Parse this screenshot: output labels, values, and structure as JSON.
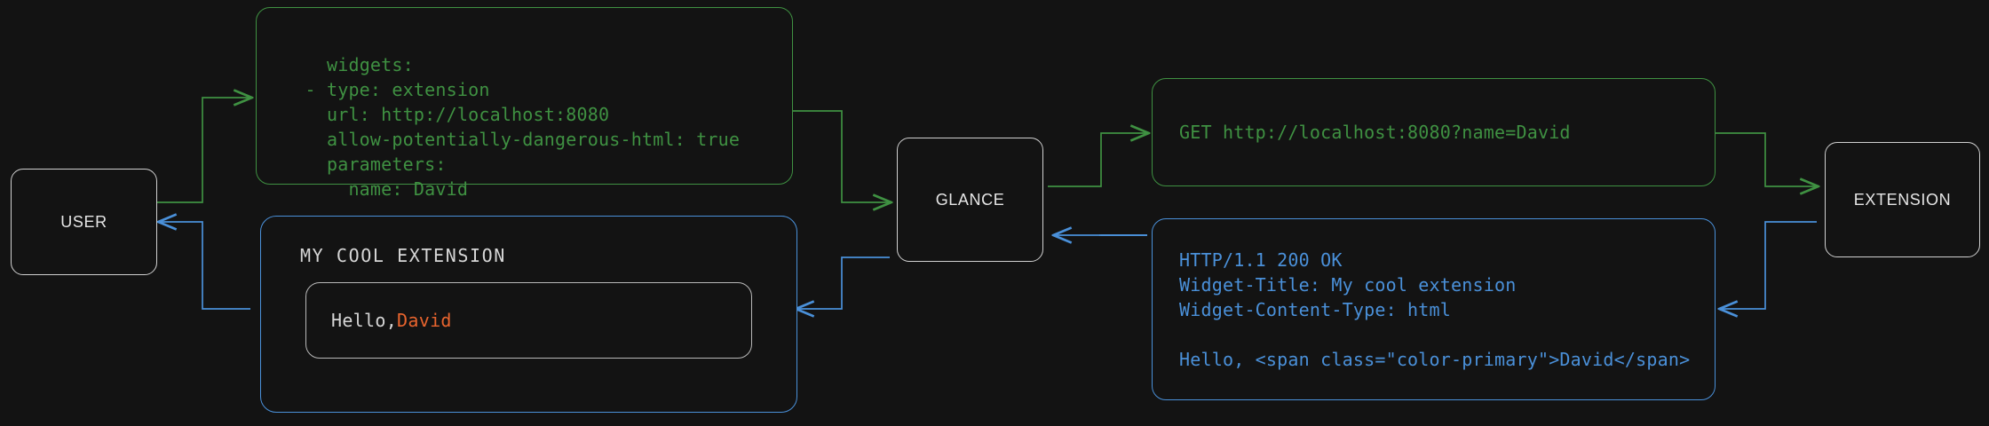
{
  "diagram": {
    "title": "Glance extension widget data flow",
    "background": "#131313",
    "colors": {
      "request_green": "#3f9142",
      "response_blue": "#4a90d9",
      "node_border": "#d0d0d0",
      "node_text": "#e6e6e6",
      "accent_primary": "#e8642e"
    }
  },
  "nodes": {
    "user": {
      "label": "USER"
    },
    "glance": {
      "label": "GLANCE"
    },
    "extension": {
      "label": "EXTENSION"
    }
  },
  "messages": {
    "config": {
      "flow": "request",
      "color": "#3f9142",
      "text": "widgets:\n  - type: extension\n    url: http://localhost:8080\n    allow-potentially-dangerous-html: true\n    parameters:\n      name: David"
    },
    "http_request": {
      "flow": "request",
      "color": "#3f9142",
      "text": "GET http://localhost:8080?name=David"
    },
    "http_response": {
      "flow": "response",
      "color": "#4a90d9",
      "text": "HTTP/1.1 200 OK\nWidget-Title: My cool extension\nWidget-Content-Type: html\n\nHello, <span class=\"color-primary\">David</span>"
    }
  },
  "widget_preview": {
    "flow": "response",
    "color": "#4a90d9",
    "title": "MY COOL EXTENSION",
    "body_prefix": "Hello, ",
    "body_accent": "David"
  }
}
